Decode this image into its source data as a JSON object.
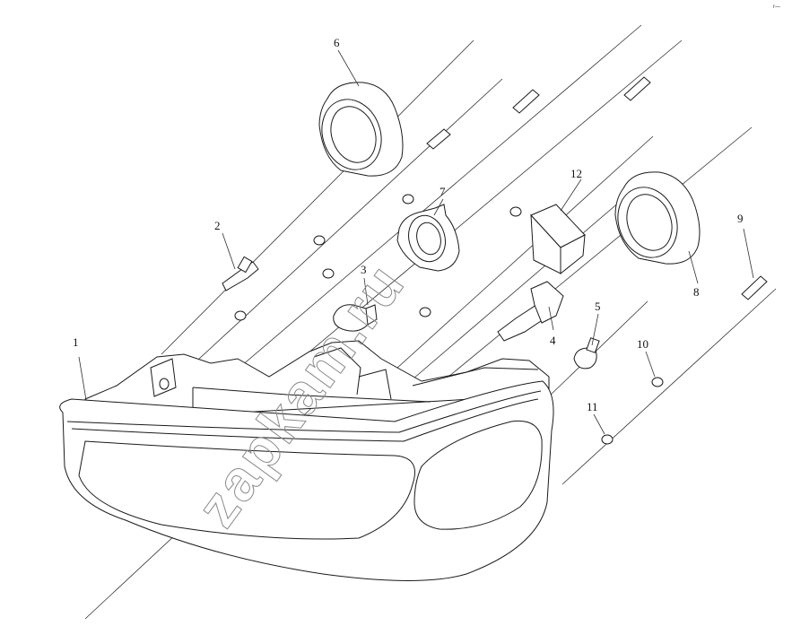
{
  "diagram": {
    "callouts": [
      "1",
      "2",
      "3",
      "4",
      "5",
      "6",
      "7",
      "8",
      "9",
      "10",
      "11",
      "12"
    ],
    "watermark": "zapkam.ru",
    "corner_mark": "r—"
  }
}
